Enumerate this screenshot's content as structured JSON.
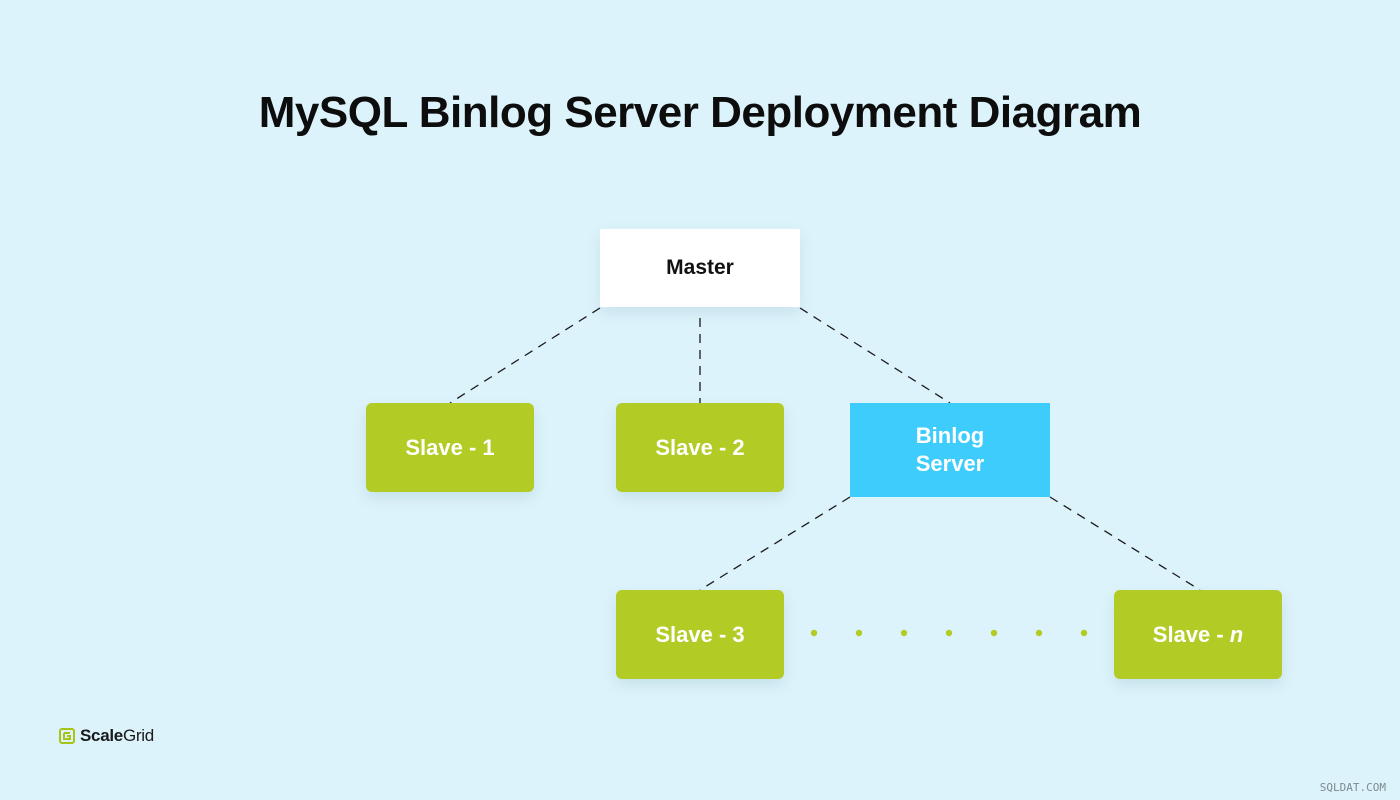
{
  "title": "MySQL Binlog Server Deployment Diagram",
  "nodes": {
    "master": "Master",
    "slave1": "Slave - 1",
    "slave2": "Slave - 2",
    "binlog_line1": "Binlog",
    "binlog_line2": "Server",
    "slave3": "Slave - 3",
    "slaven_prefix": "Slave -",
    "slaven_var": "n"
  },
  "logo": {
    "scale": "Scale",
    "grid": "Grid",
    "icon": "scalegrid-logo-icon"
  },
  "watermark": "SQLDAT.COM",
  "colors": {
    "background": "#ddf3fb",
    "slave": "#b2cc25",
    "binlog": "#3dccfb",
    "master": "#ffffff",
    "connector": "#1a1a1a"
  }
}
